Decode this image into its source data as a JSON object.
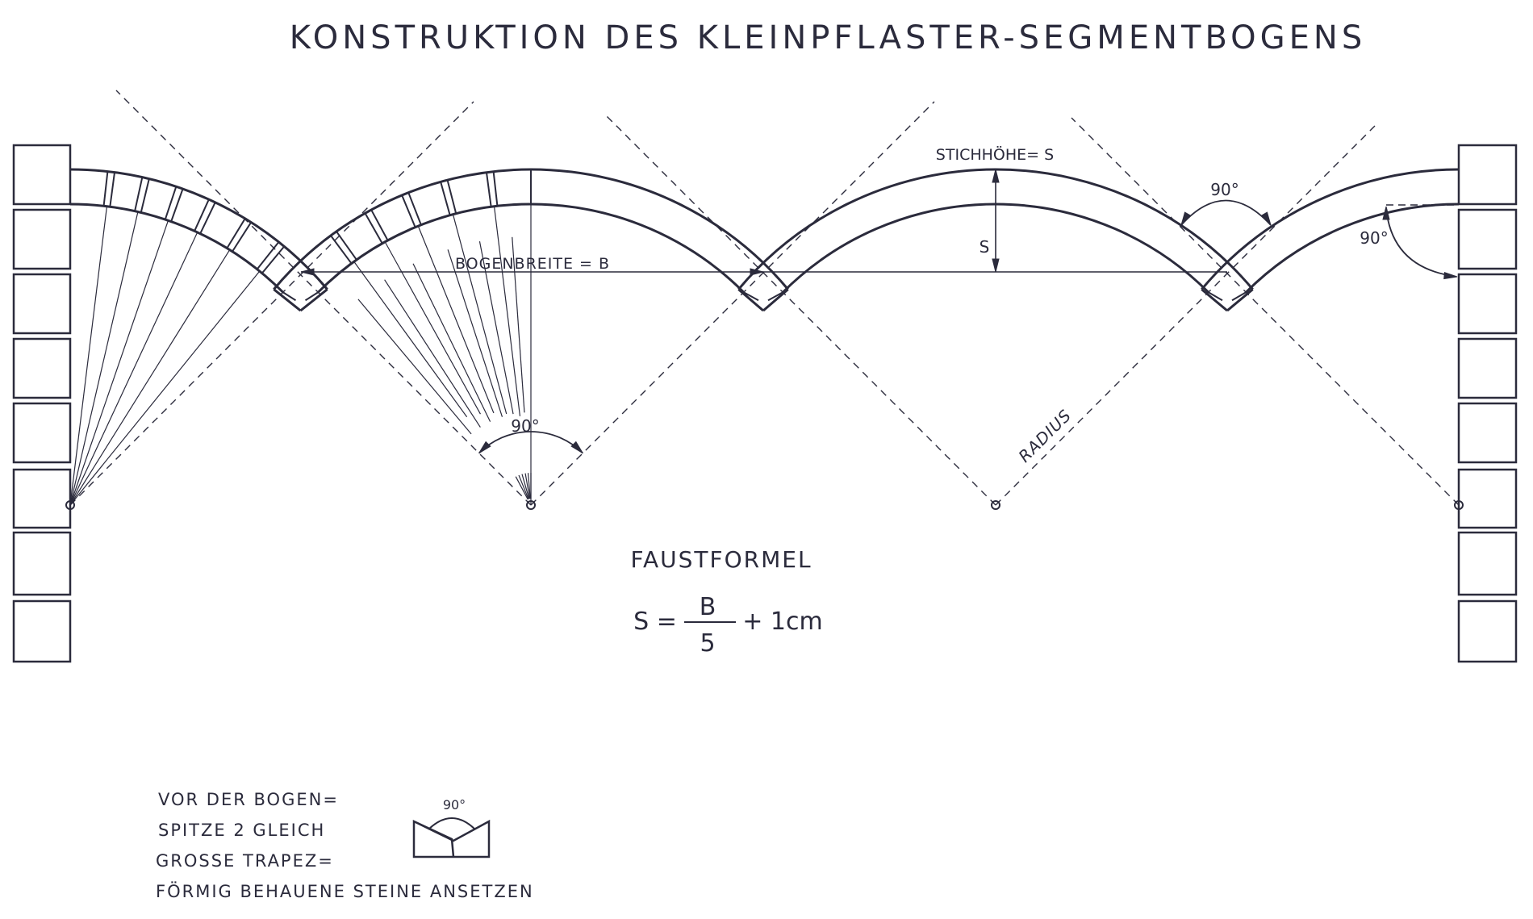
{
  "title": "KONSTRUKTION DES KLEINPFLASTER-SEGMENTBOGENS",
  "labels": {
    "span_width": "BOGENBREITE = B",
    "rise": "STICHHÖHE= S",
    "rise_short": "S",
    "radius": "RADIUS",
    "angle_center": "90°",
    "angle_valley": "90°",
    "angle_wall": "90°"
  },
  "formula": {
    "heading": "FAUSTFORMEL",
    "lhs": "S =",
    "numerator": "B",
    "denominator": "5",
    "rhs": "+ 1cm"
  },
  "note": {
    "lines": [
      "VOR  DER BOGEN=",
      "SPITZE  2 GLEICH",
      "GROSSE TRAPEZ=",
      "FÖRMIG BEHAUENE  STEINE ANSETZEN"
    ],
    "icon_angle": "90°"
  },
  "colors": {
    "ink": "#2b2b3c",
    "paper": "#ffffff"
  }
}
